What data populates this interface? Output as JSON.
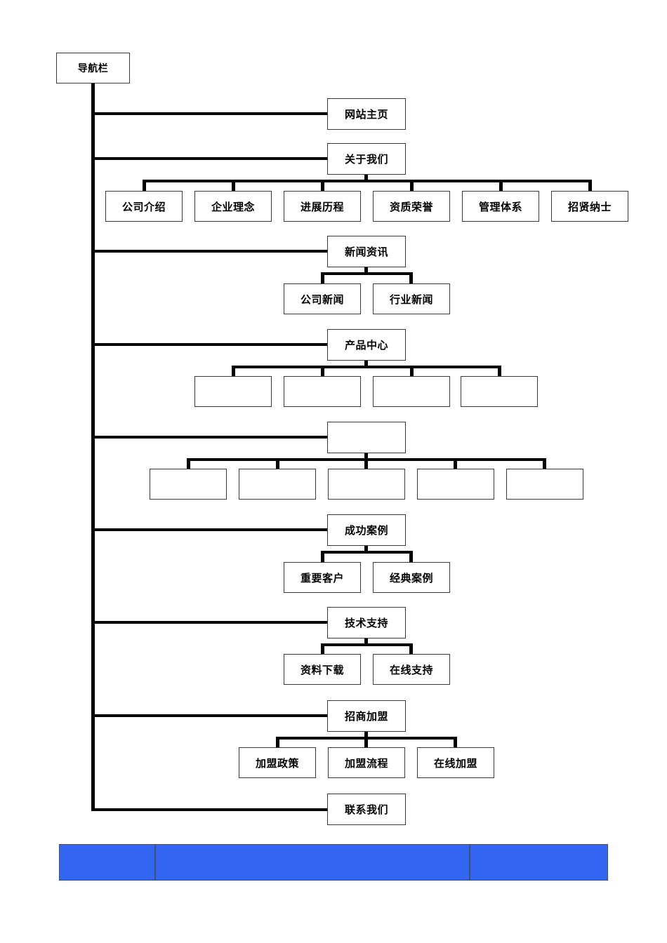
{
  "diagram": {
    "type": "org-chart-sitemap",
    "root": {
      "label": "导航栏"
    },
    "sections": [
      {
        "id": "home",
        "parent": {
          "label": "网站主页"
        },
        "children": []
      },
      {
        "id": "about",
        "parent": {
          "label": "关于我们"
        },
        "children": [
          {
            "label": "公司介绍"
          },
          {
            "label": "企业理念"
          },
          {
            "label": "进展历程"
          },
          {
            "label": "资质荣誉"
          },
          {
            "label": "管理体系"
          },
          {
            "label": "招贤纳士"
          }
        ]
      },
      {
        "id": "news",
        "parent": {
          "label": "新闻资讯"
        },
        "children": [
          {
            "label": "公司新闻"
          },
          {
            "label": "行业新闻"
          }
        ]
      },
      {
        "id": "products",
        "parent": {
          "label": "产品中心"
        },
        "children": [
          {
            "label": ""
          },
          {
            "label": ""
          },
          {
            "label": ""
          },
          {
            "label": ""
          }
        ]
      },
      {
        "id": "blank-section",
        "parent": {
          "label": ""
        },
        "children": [
          {
            "label": ""
          },
          {
            "label": ""
          },
          {
            "label": ""
          },
          {
            "label": ""
          },
          {
            "label": ""
          }
        ]
      },
      {
        "id": "cases",
        "parent": {
          "label": "成功案例"
        },
        "children": [
          {
            "label": "重要客户"
          },
          {
            "label": "经典案例"
          }
        ]
      },
      {
        "id": "support",
        "parent": {
          "label": "技术支持"
        },
        "children": [
          {
            "label": "资料下载"
          },
          {
            "label": "在线支持"
          }
        ]
      },
      {
        "id": "franchise",
        "parent": {
          "label": "招商加盟"
        },
        "children": [
          {
            "label": "加盟政策"
          },
          {
            "label": "加盟流程"
          },
          {
            "label": "在线加盟"
          }
        ]
      },
      {
        "id": "contact",
        "parent": {
          "label": "联系我们"
        },
        "children": []
      }
    ]
  },
  "footer": {
    "cells": [
      {
        "label": ""
      },
      {
        "label": ""
      },
      {
        "label": ""
      }
    ],
    "fill_color": "#3366f2",
    "border_color": "#44506b"
  },
  "colors": {
    "box_border": "#3a3a3a",
    "connector": "#000000",
    "background": "#ffffff",
    "footer_blue": "#3366f2"
  }
}
